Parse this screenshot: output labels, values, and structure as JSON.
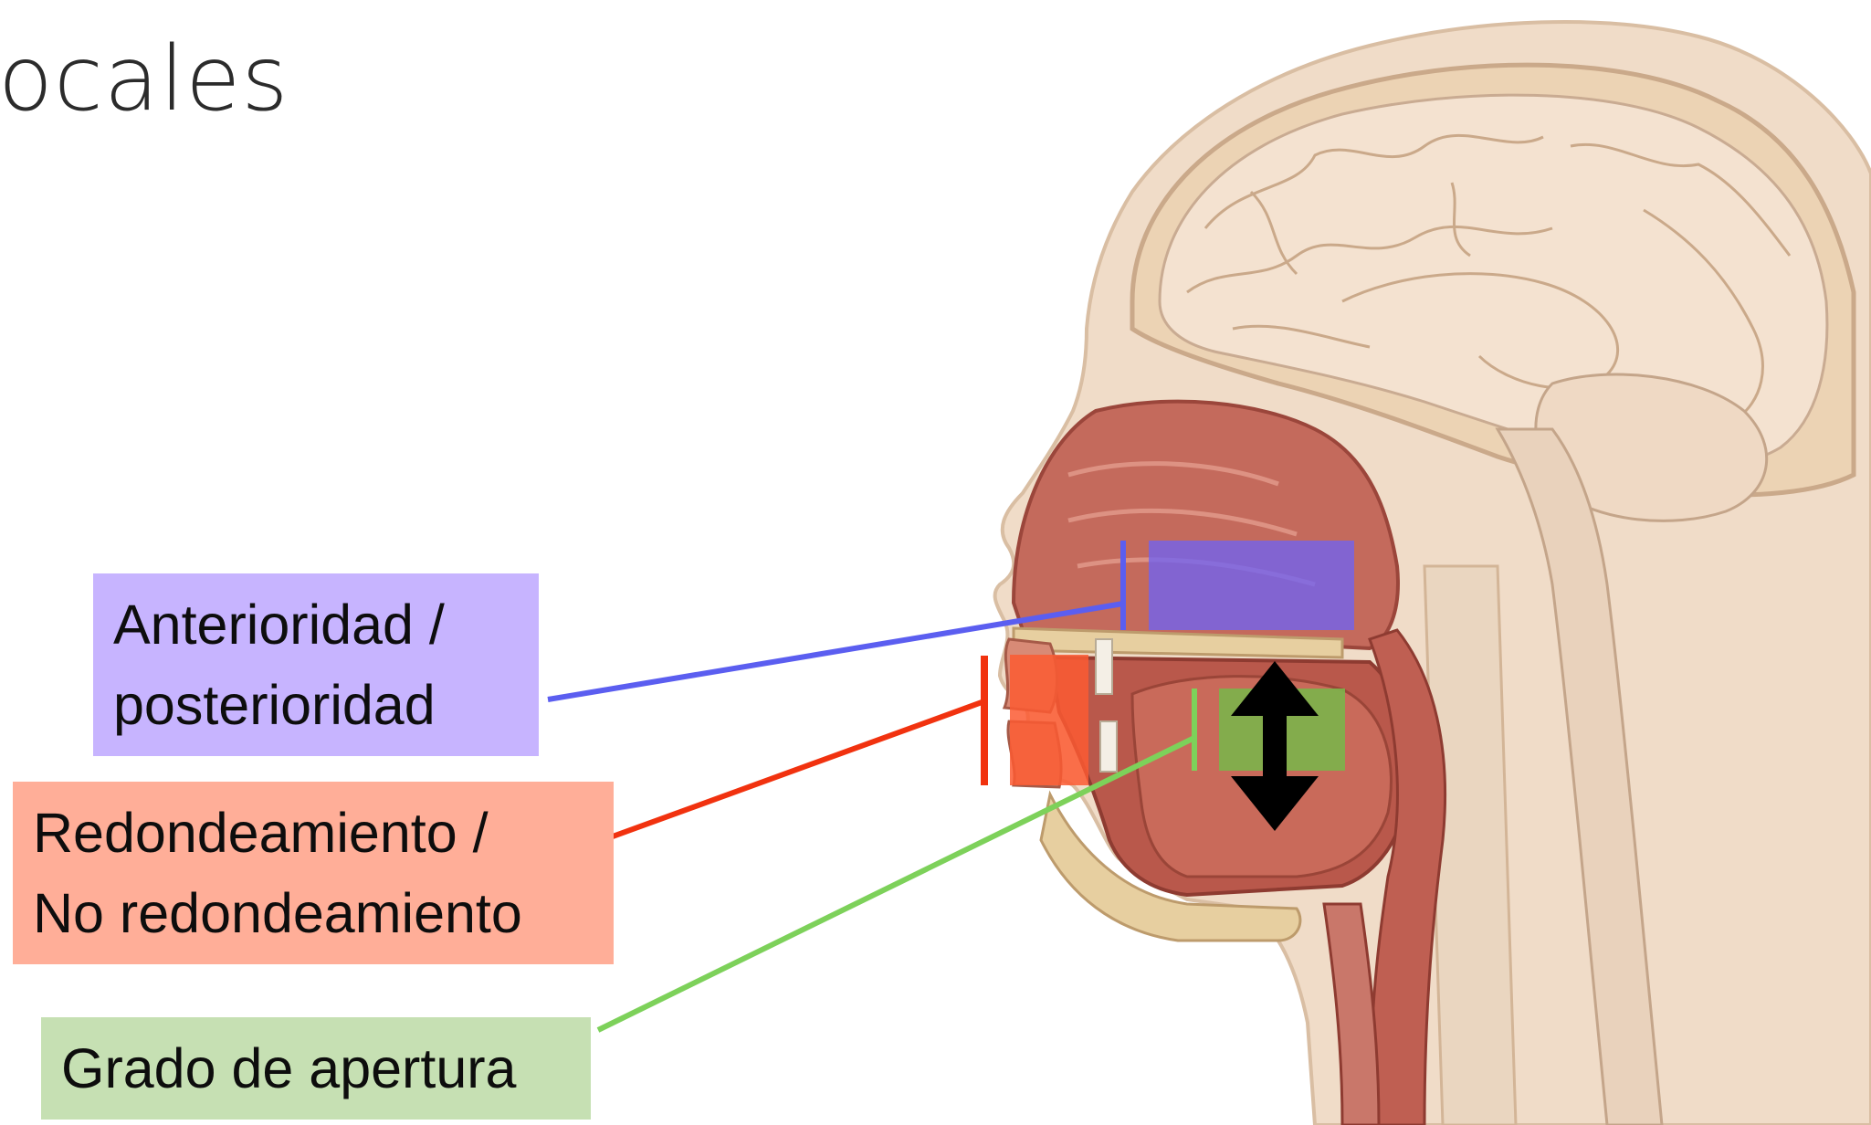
{
  "title": "ocales",
  "labels": {
    "anterioridad": {
      "line1": "Anterioridad /",
      "line2": "posterioridad"
    },
    "redondeamiento": {
      "line1": "Redondeamiento /",
      "line2": "No redondeamiento"
    },
    "apertura": {
      "line1": "Grado de apertura"
    }
  },
  "colors": {
    "anterioridad_box": "#c7b4ff",
    "anterioridad_line": "#5b5ef0",
    "redondeamiento_box": "#ffae98",
    "redondeamiento_line": "#f1320f",
    "apertura_box": "#c6e0b3",
    "apertura_line": "#7dd15a"
  }
}
